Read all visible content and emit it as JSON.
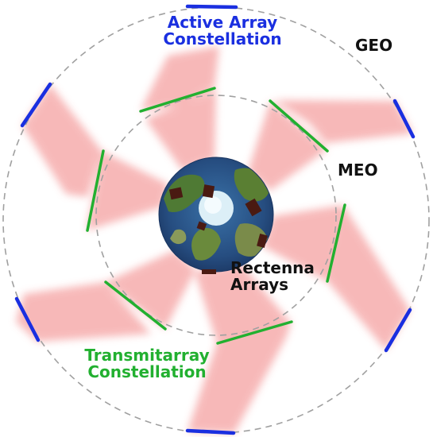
{
  "labels": {
    "active_line1": "Active Array",
    "active_line2": "Constellation",
    "transmit_line1": "Transmitarray",
    "transmit_line2": "Constellation",
    "rectenna_line1": "Rectenna",
    "rectenna_line2": "Arrays",
    "geo": "GEO",
    "meo": "MEO"
  },
  "colors": {
    "active_array": "#1a2fe0",
    "transmitarray": "#22b030",
    "beam": "#f7b3b3",
    "orbit": "#a0a0a0",
    "ocean": "#244a7a",
    "land": "#4f7a34",
    "ice": "#dceff7",
    "rectenna": "#4a1a12"
  },
  "icons": [
    "earth-globe-icon",
    "rectenna-array-icon"
  ]
}
